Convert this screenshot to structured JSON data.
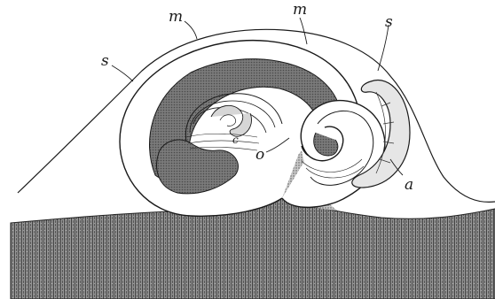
{
  "figure": {
    "labels": {
      "m_left": "m",
      "m_right": "m",
      "s_left": "s",
      "s_right": "s",
      "o": "o",
      "a": "a",
      "c": "c"
    },
    "colors": {
      "ink": "#1a1a1a",
      "paper": "#ffffff",
      "dark_tissue": "#6f6f6f",
      "mid_tissue": "#8c8c8c",
      "base_tissue": "#4a4a4a"
    }
  }
}
